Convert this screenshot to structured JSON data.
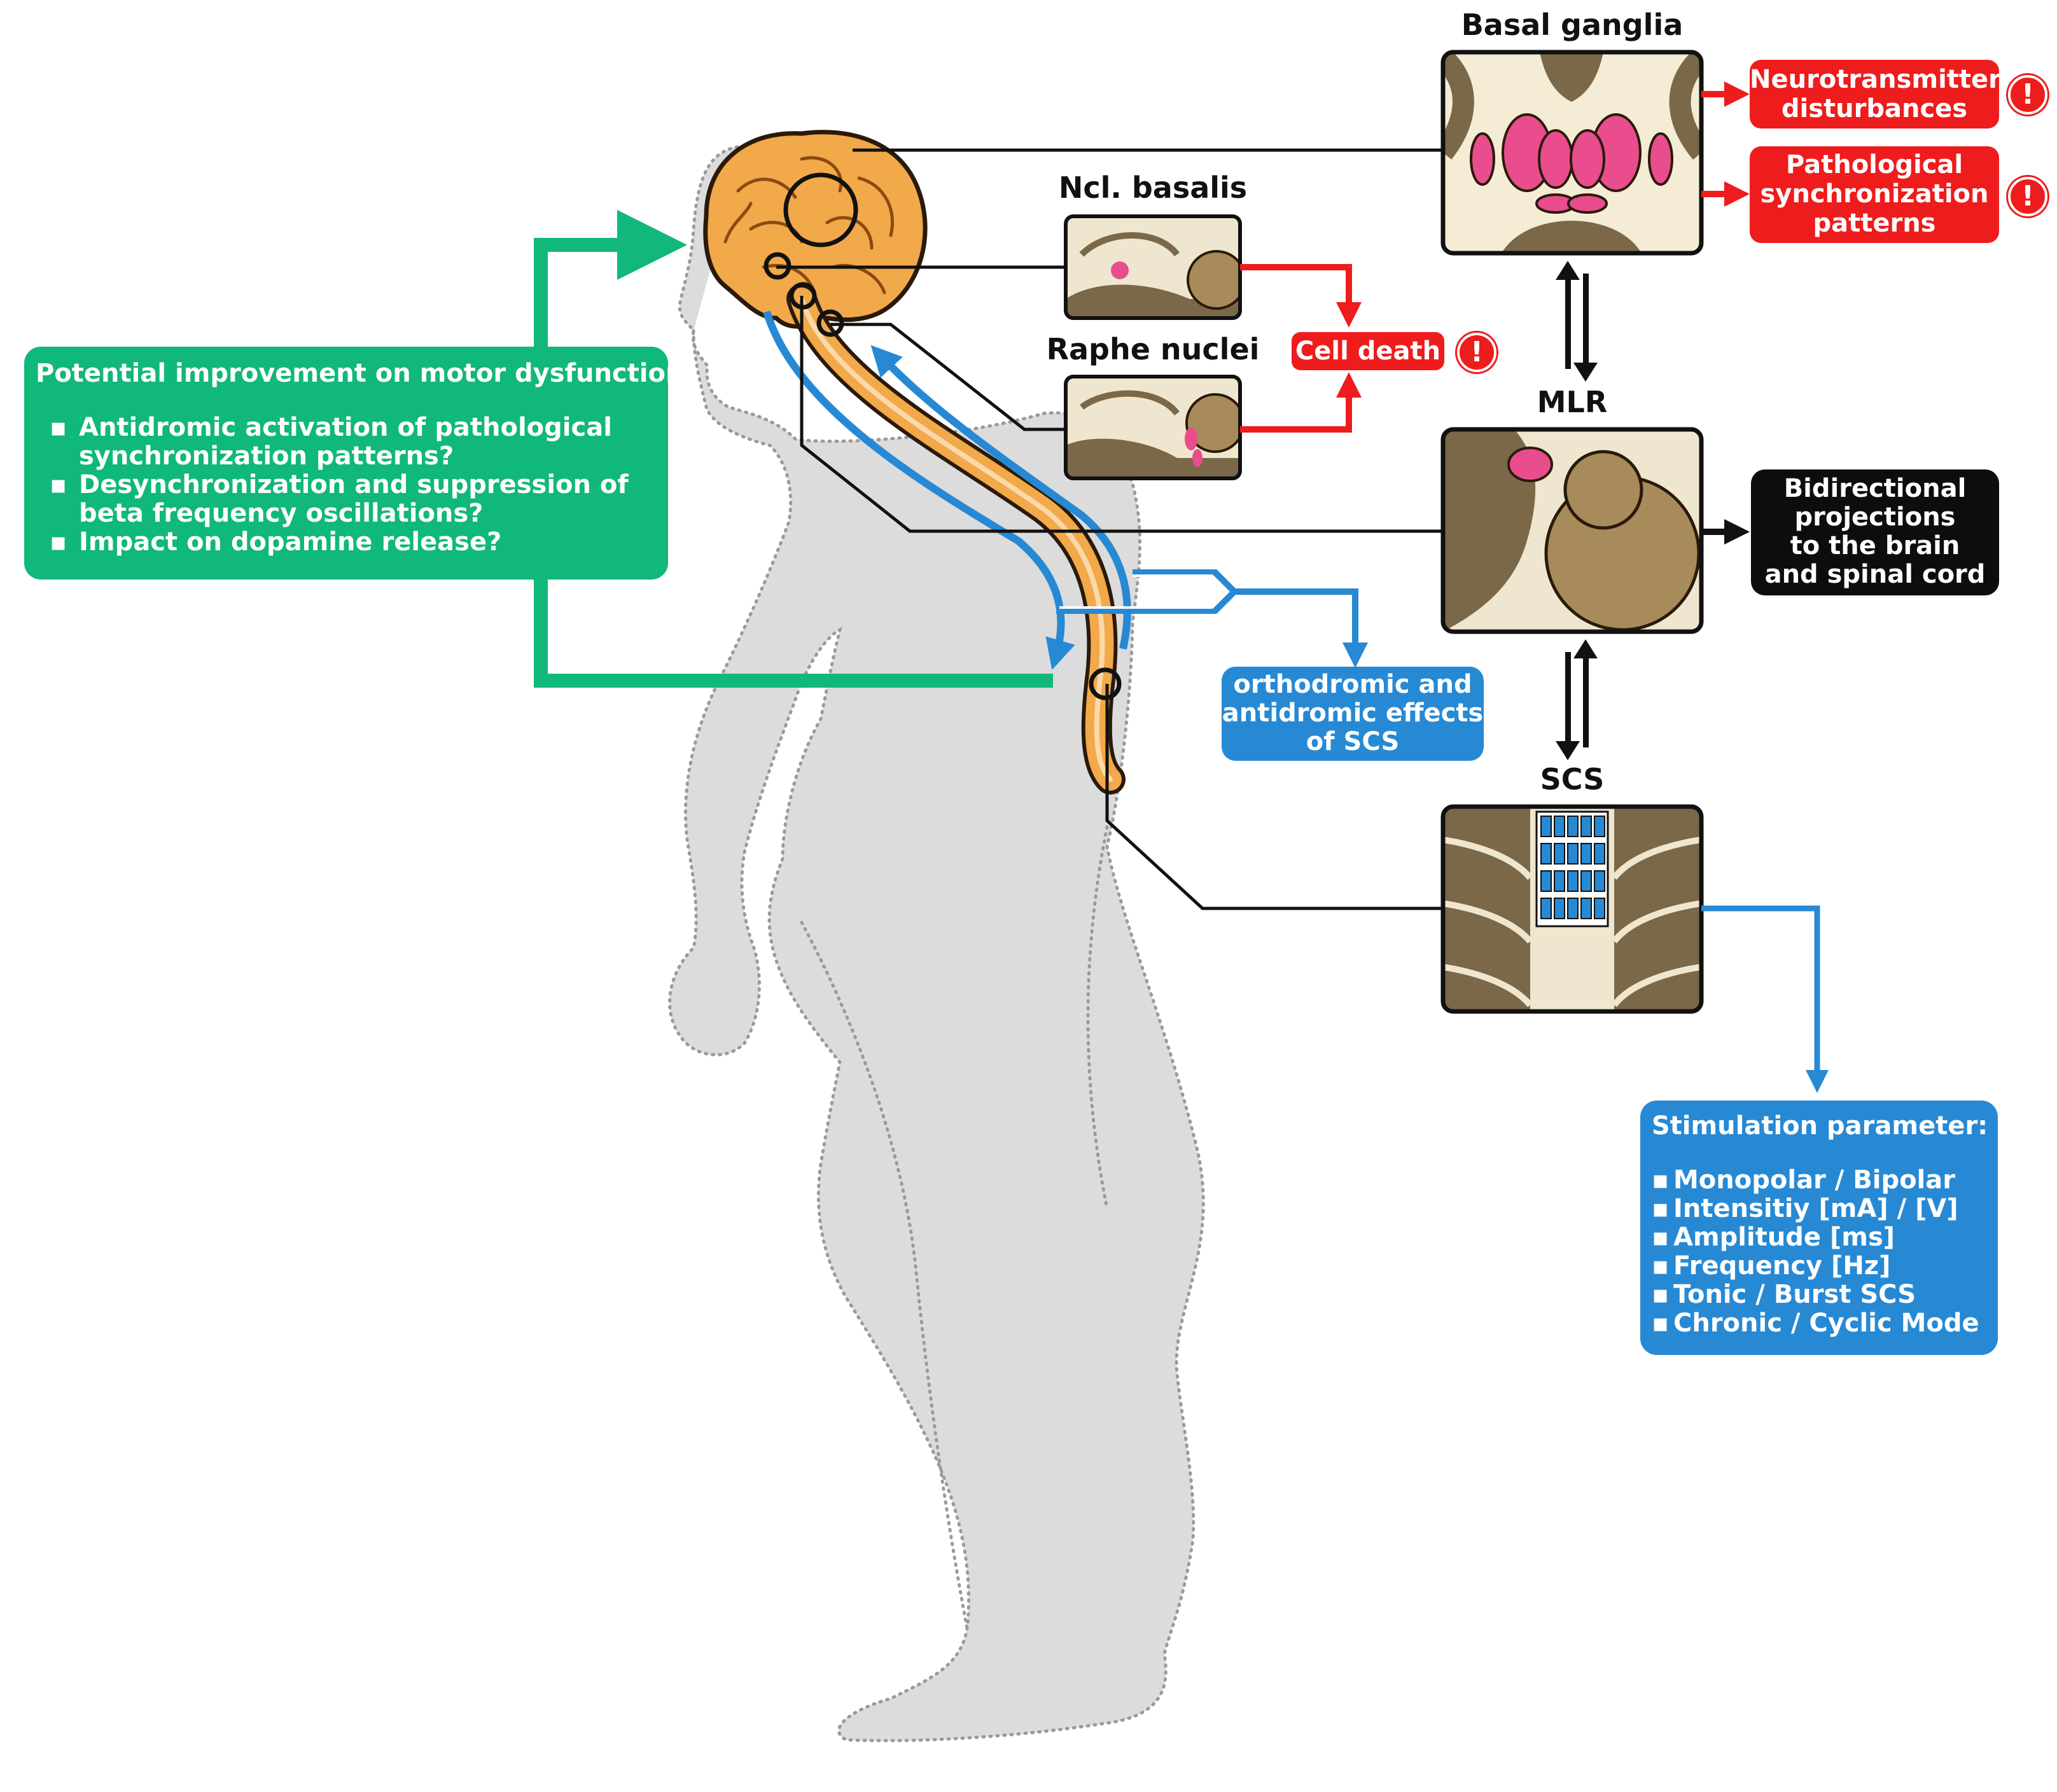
{
  "labels": {
    "basal_ganglia": "Basal ganglia",
    "ncl_basalis": "Ncl. basalis",
    "raphe_nuclei": "Raphe nuclei",
    "mlr": "MLR",
    "scs": "SCS"
  },
  "red_boxes": {
    "neurotransmitter": [
      "Neurotransmitter",
      "disturbances"
    ],
    "pathological": [
      "Pathological",
      "synchronization",
      "patterns"
    ],
    "cell_death": "Cell death"
  },
  "alert_symbol": "!",
  "black_box": [
    "Bidirectional",
    "projections",
    "to the brain",
    "and spinal cord"
  ],
  "blue_small_box": [
    "orthodromic and",
    "antidromic effects",
    "of SCS"
  ],
  "green_box": {
    "title": "Potential improvement on motor dysfunction:",
    "items": [
      [
        "Antidromic activation of pathological",
        "synchronization patterns?"
      ],
      [
        "Desynchronization and suppression of",
        "beta frequency oscillations?"
      ],
      [
        "Impact on dopamine release?"
      ]
    ]
  },
  "stim_box": {
    "title": "Stimulation parameter:",
    "items": [
      "Monopolar / Bipolar",
      "Intensitiy [mA] / [V]",
      "Amplitude [ms]",
      "Frequency [Hz]",
      "Tonic / Burst SCS",
      "Chronic / Cyclic Mode"
    ]
  },
  "colors": {
    "green": "#10b87a",
    "blue": "#2789d4",
    "red": "#ee1c1c",
    "black": "#0d0d0d",
    "body_gray": "#dcdcdc",
    "brain_orange": "#f2a94a",
    "panel_brown": "#7a6848",
    "panel_cream": "#efe6cf",
    "nucleus_pink": "#e94d8d"
  },
  "icons": [
    "alert-icon",
    "electrode-array-icon",
    "brain-icon",
    "spinal-cord-icon"
  ]
}
